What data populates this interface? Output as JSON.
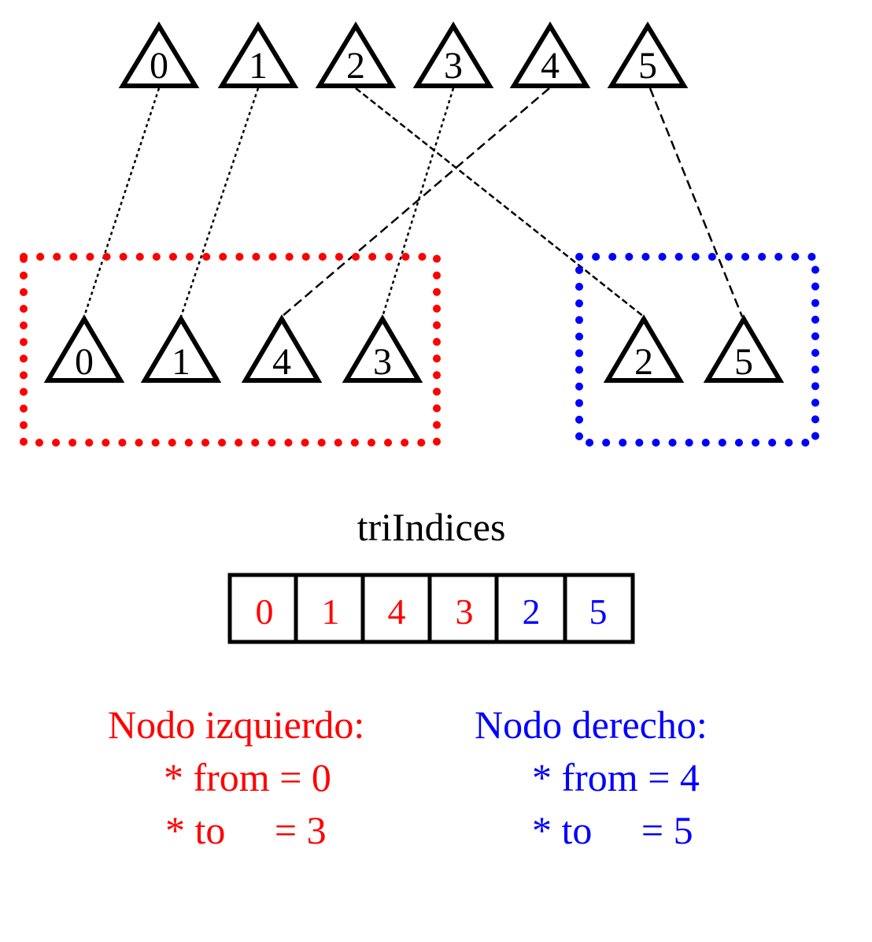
{
  "colors": {
    "left": "#ff0000",
    "right": "#0000ff",
    "ink": "#000000"
  },
  "top_triangles": [
    "0",
    "1",
    "2",
    "3",
    "4",
    "5"
  ],
  "left_group": {
    "color_name": "red",
    "triangles": [
      "0",
      "1",
      "4",
      "3"
    ]
  },
  "right_group": {
    "color_name": "blue",
    "triangles": [
      "2",
      "5"
    ]
  },
  "array": {
    "title": "triIndices",
    "cells": [
      {
        "value": "0",
        "group": "left"
      },
      {
        "value": "1",
        "group": "left"
      },
      {
        "value": "4",
        "group": "left"
      },
      {
        "value": "3",
        "group": "left"
      },
      {
        "value": "2",
        "group": "right"
      },
      {
        "value": "5",
        "group": "right"
      }
    ]
  },
  "left_node": {
    "title": "Nodo izquierdo:",
    "from_line": "* from = 0",
    "to_line": "* to     = 3"
  },
  "right_node": {
    "title": "Nodo derecho:",
    "from_line": "* from = 4",
    "to_line": "* to     = 5"
  }
}
